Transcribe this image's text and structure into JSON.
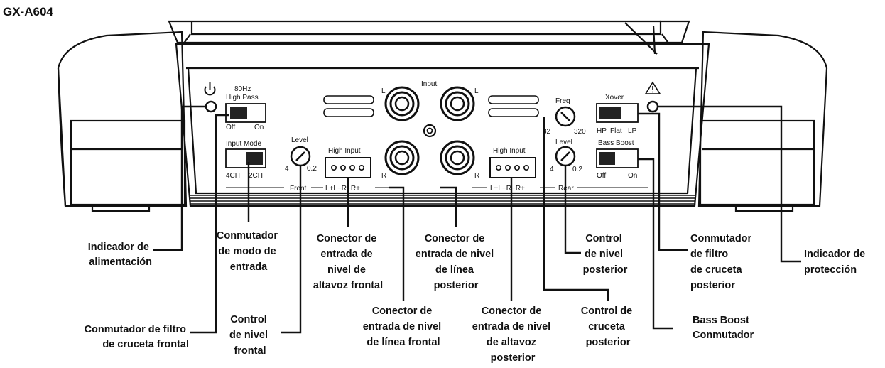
{
  "model": "GX-A604",
  "panel": {
    "input": "Input",
    "l": "L",
    "r": "R",
    "hz80": "80Hz",
    "high_pass": "High Pass",
    "off": "Off",
    "on": "On",
    "input_mode": "Input Mode",
    "ch4": "4CH",
    "ch2": "2CH",
    "level": "Level",
    "lvl_min": "4",
    "lvl_max": "0.2",
    "high_input": "High Input",
    "terminals": "L+L−R−R+",
    "front": "Front",
    "rear": "Rear",
    "freq": "Freq",
    "freq_min": "32",
    "freq_max": "320",
    "xover": "Xover",
    "hp": "HP",
    "flat": "Flat",
    "lp": "LP",
    "bass_boost": "Bass Boost"
  },
  "callouts": {
    "power": [
      "Indicador de",
      "alimentación"
    ],
    "front_xover": [
      "Conmutador de filtro",
      "de cruceta frontal"
    ],
    "input_mode": [
      "Conmutador",
      "de modo de",
      "entrada"
    ],
    "front_level": [
      "Control",
      "de nivel",
      "frontal"
    ],
    "front_spk": [
      "Conector de",
      "entrada de",
      "nivel de",
      "altavoz frontal"
    ],
    "front_line": [
      "Conector de",
      "entrada de nivel",
      "de línea frontal"
    ],
    "rear_line": [
      "Conector de",
      "entrada de nivel",
      "de línea",
      "posterior"
    ],
    "rear_spk": [
      "Conector de",
      "entrada de nivel",
      "de altavoz",
      "posterior"
    ],
    "rear_level": [
      "Control",
      "de nivel",
      "posterior"
    ],
    "rear_xover_ctrl": [
      "Control de",
      "cruceta",
      "posterior"
    ],
    "rear_xover_sw": [
      "Conmutador",
      "de filtro",
      "de cruceta",
      "posterior"
    ],
    "bass_boost": [
      "Bass Boost",
      "Conmutador"
    ],
    "protect": [
      "Indicador de",
      "protección"
    ]
  }
}
